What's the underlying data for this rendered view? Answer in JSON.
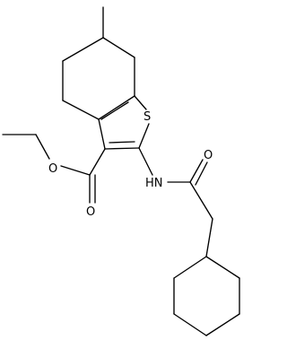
{
  "atoms": {
    "sulfur": "S",
    "amide_nitrogen": "HN",
    "amide_oxygen": "O",
    "ester_ether_oxygen": "O",
    "ester_carbonyl_oxygen": "O"
  }
}
